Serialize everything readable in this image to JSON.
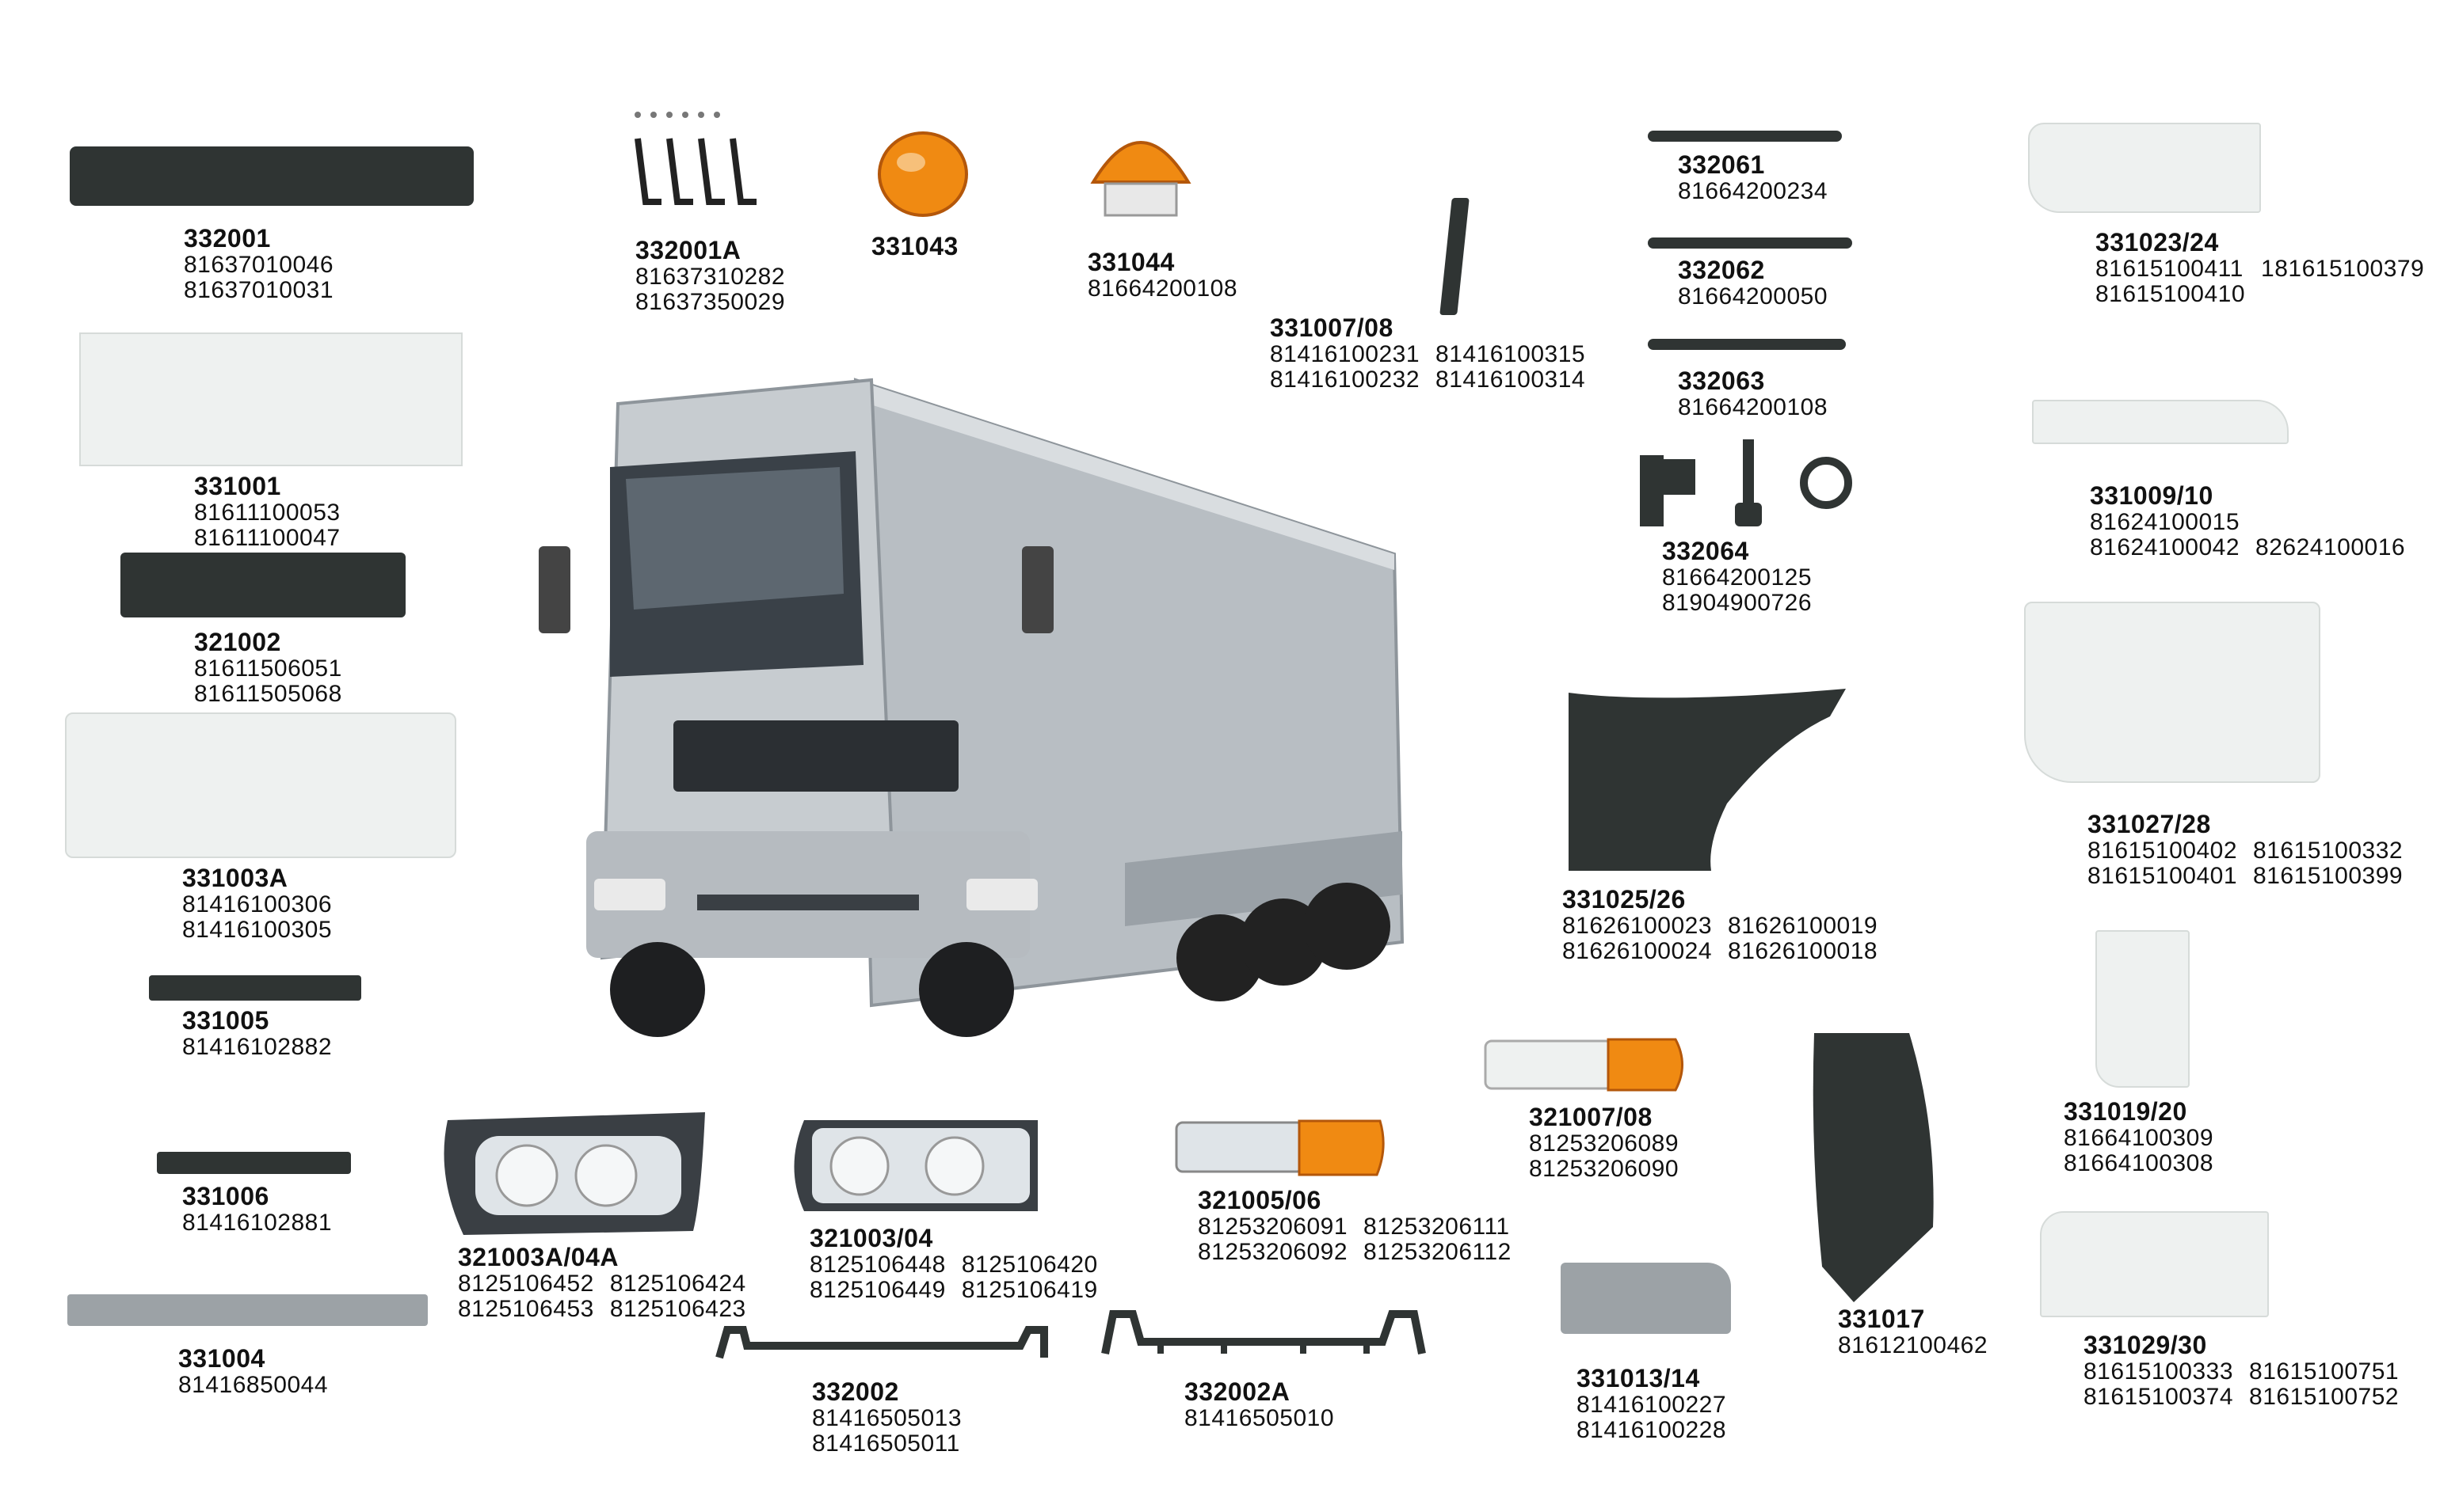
{
  "parts": {
    "p332001": {
      "code": "332001",
      "numbers": [
        "81637010046",
        "81637010031"
      ]
    },
    "p331001": {
      "code": "331001",
      "numbers": [
        "81611100053",
        "81611100047"
      ]
    },
    "p321002": {
      "code": "321002",
      "numbers": [
        "81611506051",
        "81611505068"
      ]
    },
    "p331003A": {
      "code": "331003A",
      "numbers": [
        "81416100306",
        "81416100305"
      ]
    },
    "p331005": {
      "code": "331005",
      "numbers": [
        "81416102882"
      ]
    },
    "p331006": {
      "code": "331006",
      "numbers": [
        "81416102881"
      ]
    },
    "p331004": {
      "code": "331004",
      "numbers": [
        "81416850044"
      ]
    },
    "p332001A": {
      "code": "332001A",
      "numbers": [
        "81637310282",
        "81637350029"
      ]
    },
    "p331043": {
      "code": "331043",
      "numbers": []
    },
    "p331044": {
      "code": "331044",
      "numbers": [
        "81664200108"
      ]
    },
    "p331007": {
      "code": "331007/08",
      "numbers": [
        "81416100231",
        "81416100315",
        "81416100232",
        "81416100314"
      ]
    },
    "p332061": {
      "code": "332061",
      "numbers": [
        "81664200234"
      ]
    },
    "p332062": {
      "code": "332062",
      "numbers": [
        "81664200050"
      ]
    },
    "p332063": {
      "code": "332063",
      "numbers": [
        "81664200108"
      ]
    },
    "p332064": {
      "code": "332064",
      "numbers": [
        "81664200125",
        "81904900726"
      ]
    },
    "p331023": {
      "code": "331023/24",
      "numbers": [
        "81615100411",
        "181615100379",
        "81615100410"
      ]
    },
    "p331009": {
      "code": "331009/10",
      "numbers": [
        "81624100015",
        "81624100042",
        "82624100016"
      ]
    },
    "p331027": {
      "code": "331027/28",
      "numbers": [
        "81615100402",
        "81615100332",
        "81615100401",
        "81615100399"
      ]
    },
    "p331025": {
      "code": "331025/26",
      "numbers": [
        "81626100023",
        "81626100019",
        "81626100024",
        "81626100018"
      ]
    },
    "p331019": {
      "code": "331019/20",
      "numbers": [
        "81664100309",
        "81664100308"
      ]
    },
    "p321007": {
      "code": "321007/08",
      "numbers": [
        "81253206089",
        "81253206090"
      ]
    },
    "p331017": {
      "code": "331017",
      "numbers": [
        "81612100462"
      ]
    },
    "p331029": {
      "code": "331029/30",
      "numbers": [
        "81615100333",
        "81615100751",
        "81615100374",
        "81615100752"
      ]
    },
    "p331013": {
      "code": "331013/14",
      "numbers": [
        "81416100227",
        "81416100228"
      ]
    },
    "p321003A": {
      "code": "321003A/04A",
      "numbers": [
        "8125106452",
        "8125106424",
        "8125106453",
        "8125106423"
      ]
    },
    "p321003": {
      "code": "321003/04",
      "numbers": [
        "8125106448",
        "8125106420",
        "8125106449",
        "8125106419"
      ]
    },
    "p321005": {
      "code": "321005/06",
      "numbers": [
        "81253206091",
        "81253206111",
        "81253206092",
        "81253206112"
      ]
    },
    "p332002": {
      "code": "332002",
      "numbers": [
        "81416505013",
        "81416505011"
      ]
    },
    "p332002A": {
      "code": "332002A",
      "numbers": [
        "81416505010"
      ]
    }
  },
  "colors": {
    "dark_plastic": "#2f3433",
    "white_plastic": "#eef1f0",
    "amber": "#f08a12",
    "silver": "#c7ccd0"
  }
}
